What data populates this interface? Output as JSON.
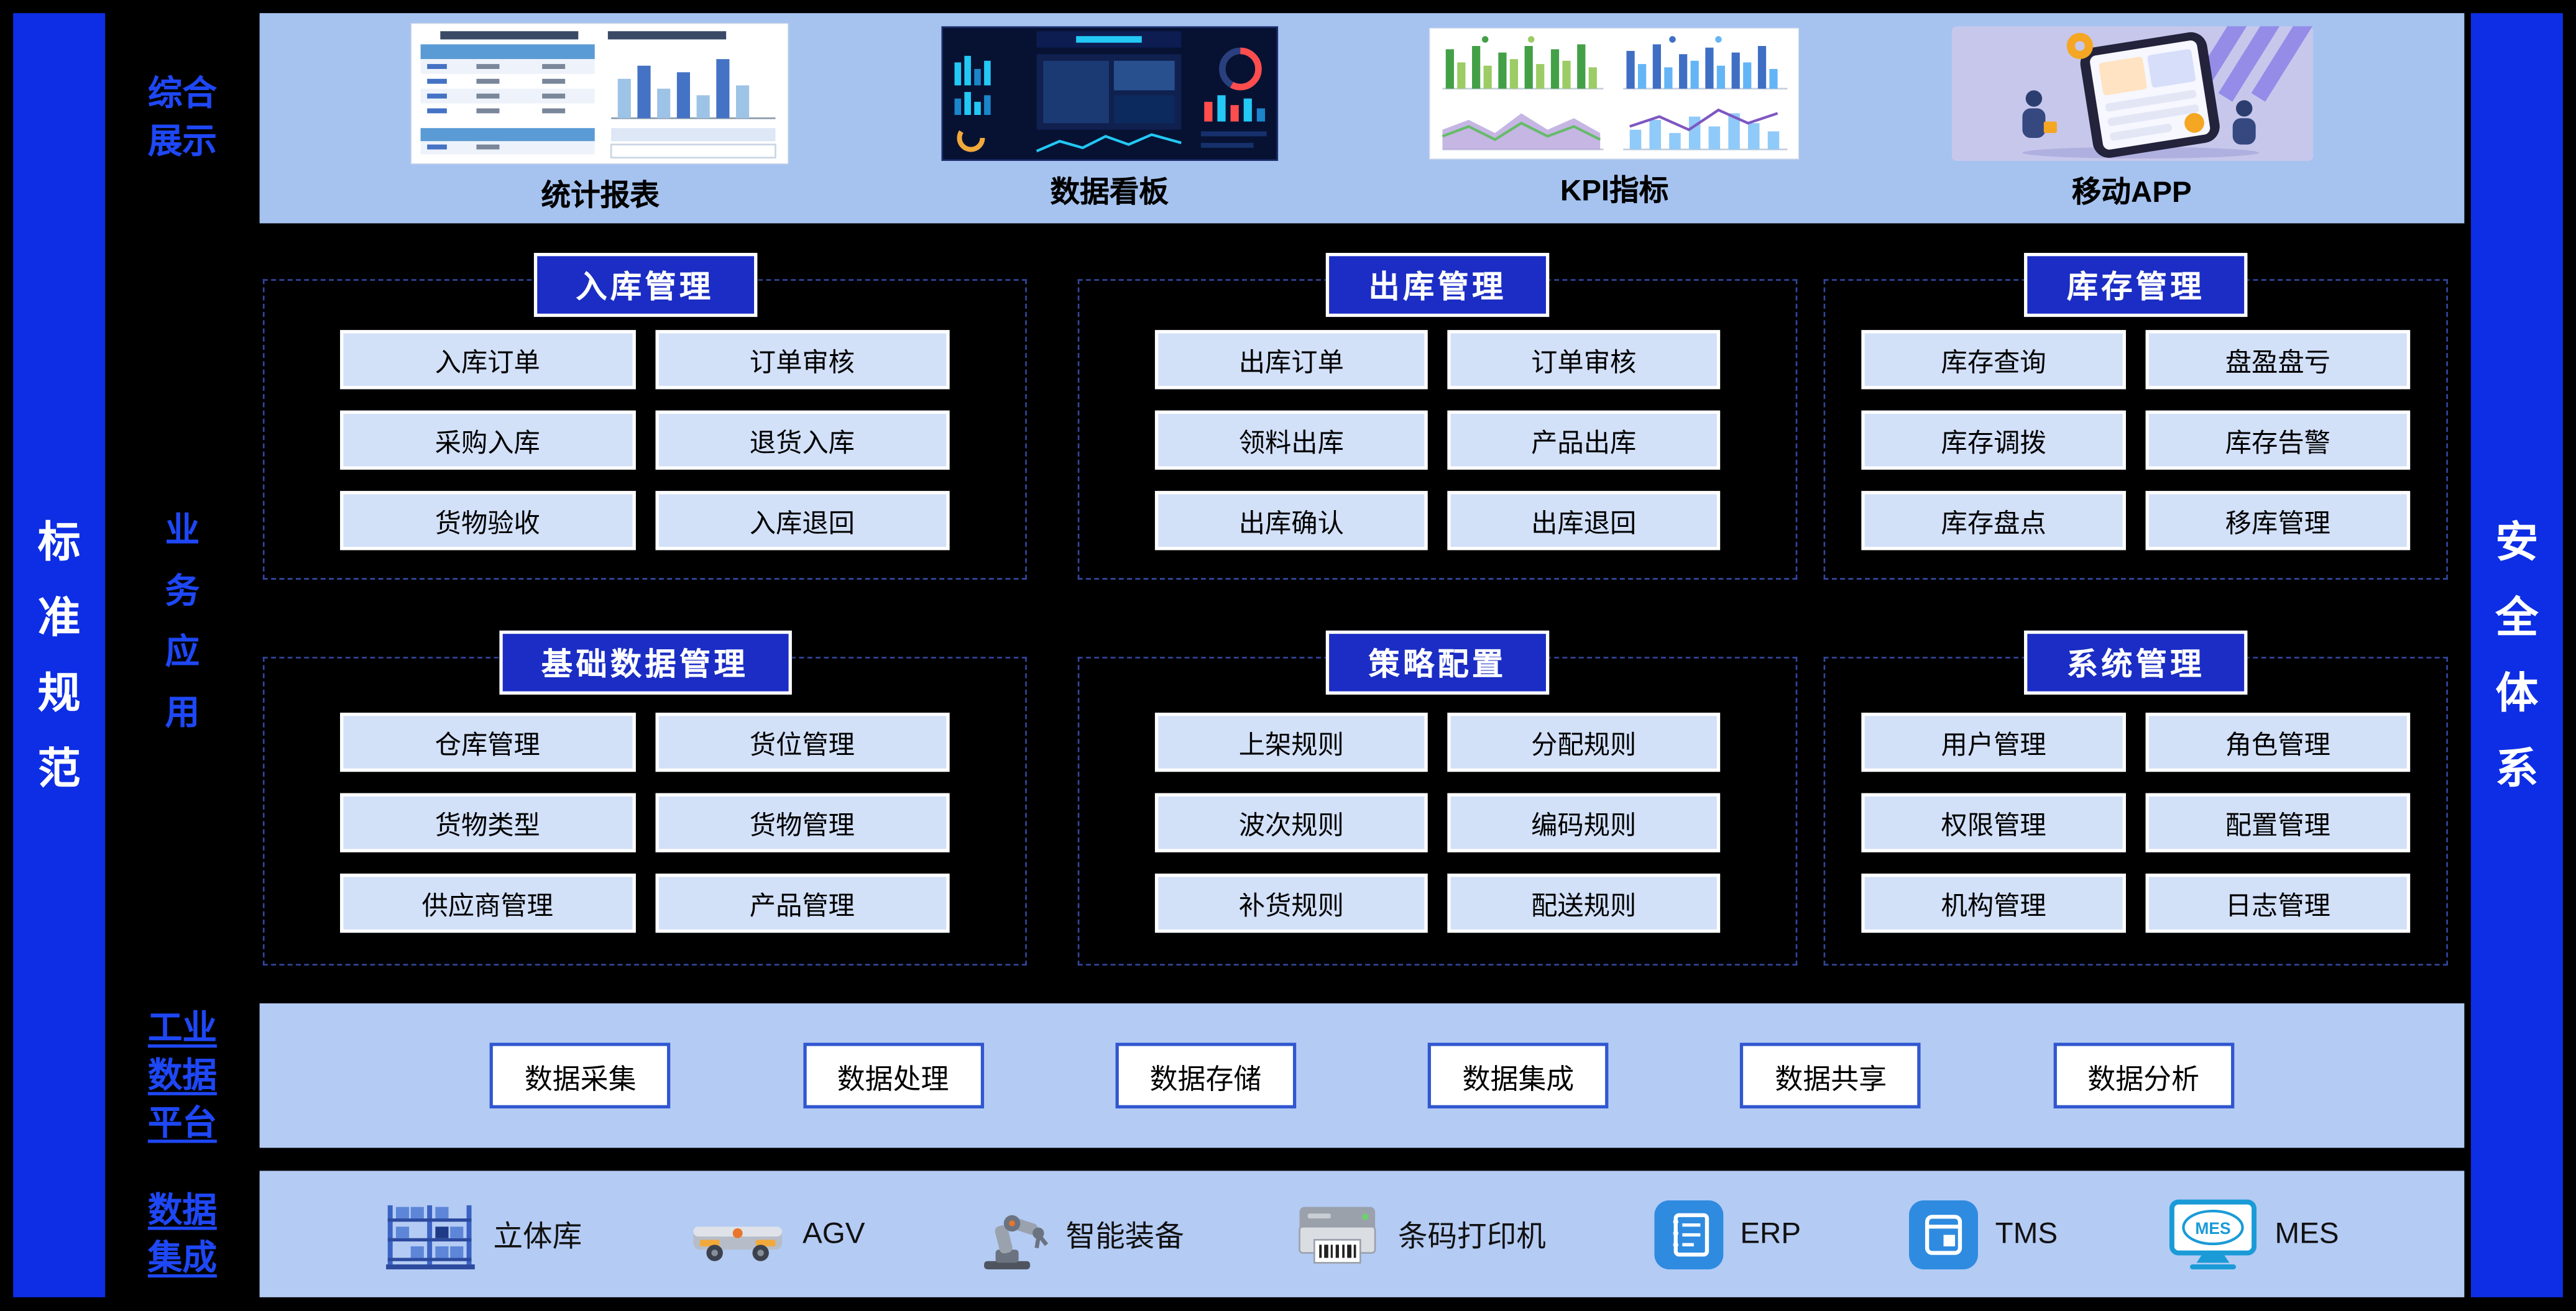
{
  "side_bars": {
    "left": "标准规范",
    "right": "安全体系"
  },
  "sections": {
    "display": {
      "label": "综合展示",
      "items": [
        {
          "caption": "统计报表",
          "icon": "report-table-thumbnail"
        },
        {
          "caption": "数据看板",
          "icon": "dark-dashboard-thumbnail"
        },
        {
          "caption": "KPI指标",
          "icon": "kpi-charts-thumbnail"
        },
        {
          "caption": "移动APP",
          "icon": "mobile-app-thumbnail"
        }
      ]
    },
    "business": {
      "label": "业务应用",
      "groups": [
        {
          "title": "入库管理",
          "items": [
            "入库订单",
            "订单审核",
            "采购入库",
            "退货入库",
            "货物验收",
            "入库退回"
          ]
        },
        {
          "title": "出库管理",
          "items": [
            "出库订单",
            "订单审核",
            "领料出库",
            "产品出库",
            "出库确认",
            "出库退回"
          ]
        },
        {
          "title": "库存管理",
          "items": [
            "库存查询",
            "盘盈盘亏",
            "库存调拨",
            "库存告警",
            "库存盘点",
            "移库管理"
          ]
        },
        {
          "title": "基础数据管理",
          "items": [
            "仓库管理",
            "货位管理",
            "货物类型",
            "货物管理",
            "供应商管理",
            "产品管理"
          ]
        },
        {
          "title": "策略配置",
          "items": [
            "上架规则",
            "分配规则",
            "波次规则",
            "编码规则",
            "补货规则",
            "配送规则"
          ]
        },
        {
          "title": "系统管理",
          "items": [
            "用户管理",
            "角色管理",
            "权限管理",
            "配置管理",
            "机构管理",
            "日志管理"
          ]
        }
      ]
    },
    "platform": {
      "label": "工业数据平台",
      "items": [
        "数据采集",
        "数据处理",
        "数据存储",
        "数据集成",
        "数据共享",
        "数据分析"
      ]
    },
    "integration": {
      "label": "数据集成",
      "items": [
        {
          "label": "立体库",
          "icon": "stereo-warehouse-icon"
        },
        {
          "label": "AGV",
          "icon": "agv-icon"
        },
        {
          "label": "智能装备",
          "icon": "robot-arm-icon"
        },
        {
          "label": "条码打印机",
          "icon": "barcode-printer-icon"
        },
        {
          "label": "ERP",
          "icon": "erp-icon"
        },
        {
          "label": "TMS",
          "icon": "tms-icon"
        },
        {
          "label": "MES",
          "icon": "mes-monitor-icon",
          "icon_text": "MES"
        }
      ]
    }
  },
  "colors": {
    "background": "#000000",
    "side_bar_blue": "#0d2ee4",
    "section_label_blue": "#1e47f5",
    "display_panel_blue": "#a6c3f0",
    "bottom_panel_blue": "#b4cbf4",
    "group_title_bg": "#1b2dc4",
    "module_chip_bg": "#d2e0f8",
    "dashed_border": "#33479e",
    "platform_button_border": "#3057d0",
    "mes_icon_teal": "#1a9bd7"
  }
}
